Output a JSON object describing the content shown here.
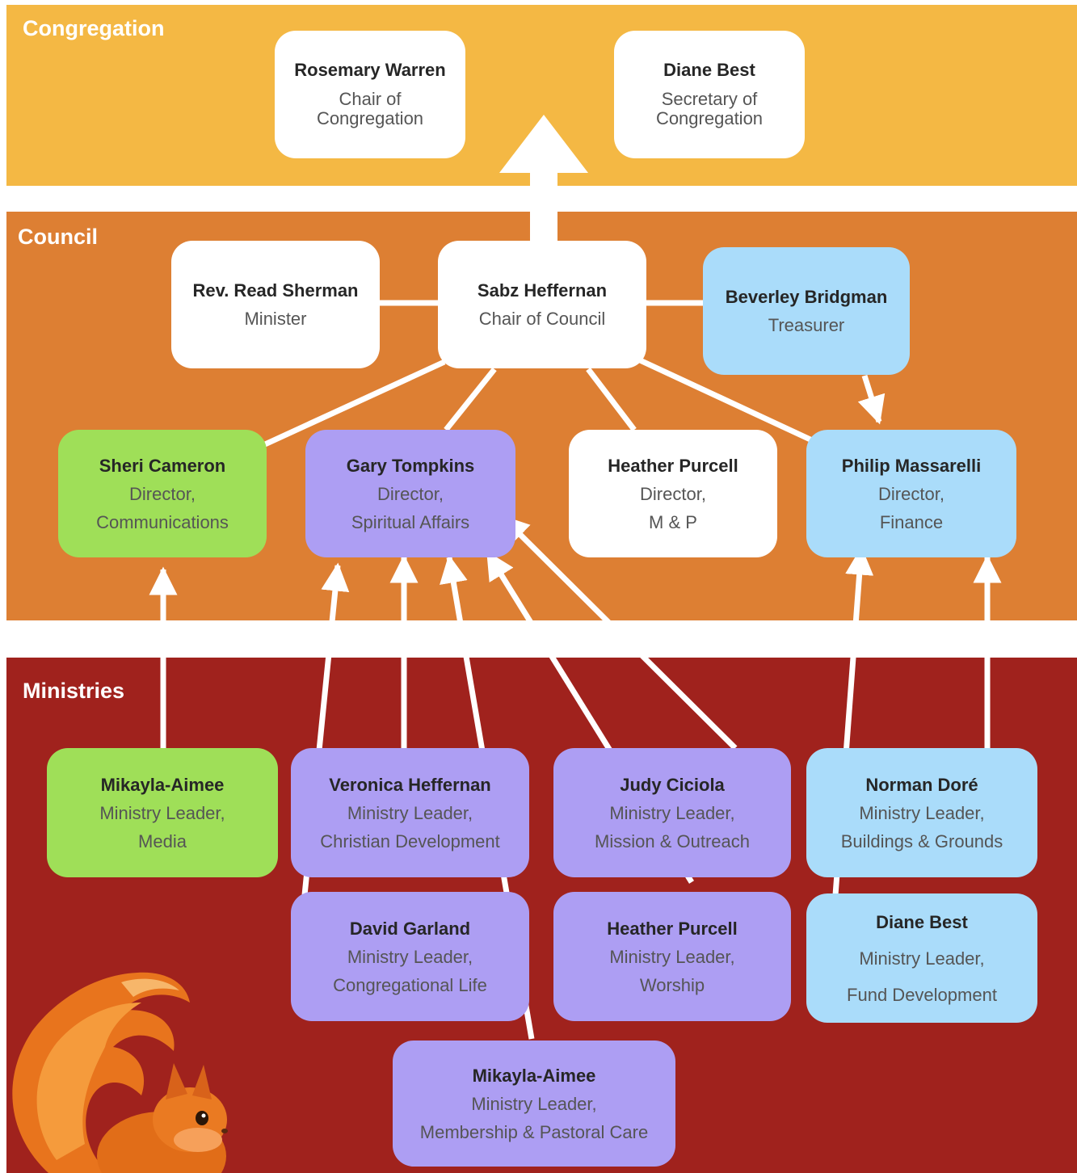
{
  "colors": {
    "congregation_band": "#f4b844",
    "council_band": "#dd7f33",
    "ministries_band": "#a0221d",
    "white_card": "#ffffff",
    "finance_blue": "#aadcfa",
    "communications_green": "#9fdf58",
    "spiritual_purple": "#ad9ef3",
    "connector": "#ffffff"
  },
  "bands": {
    "congregation": "Congregation",
    "council": "Council",
    "ministries": "Ministries"
  },
  "congregation": {
    "rosemary": {
      "name": "Rosemary Warren",
      "line1": "Chair of",
      "line2": "Congregation"
    },
    "diane": {
      "name": "Diane Best",
      "line1": "Secretary of",
      "line2": "Congregation"
    }
  },
  "council": {
    "read": {
      "name": "Rev. Read Sherman",
      "line1": "Minister"
    },
    "sabz": {
      "name": "Sabz Heffernan",
      "line1": "Chair of Council"
    },
    "beverley": {
      "name": "Beverley Bridgman",
      "line1": "Treasurer"
    },
    "sheri": {
      "name": "Sheri Cameron",
      "line1": "Director,",
      "line2": "Communications"
    },
    "gary": {
      "name": "Gary Tompkins",
      "line1": "Director,",
      "line2": "Spiritual Affairs"
    },
    "heather": {
      "name": "Heather Purcell",
      "line1": "Director,",
      "line2": "M & P"
    },
    "philip": {
      "name": "Philip Massarelli",
      "line1": "Director,",
      "line2": "Finance"
    }
  },
  "ministries": {
    "mikayla_media": {
      "name": "Mikayla-Aimee",
      "line1": "Ministry Leader,",
      "line2": "Media"
    },
    "veronica": {
      "name": "Veronica Heffernan",
      "line1": "Ministry Leader,",
      "line2": "Christian Development"
    },
    "judy": {
      "name": "Judy Ciciola",
      "line1": "Ministry Leader,",
      "line2": "Mission & Outreach"
    },
    "norman": {
      "name": "Norman Doré",
      "line1": "Ministry Leader,",
      "line2": "Buildings & Grounds"
    },
    "david": {
      "name": "David Garland",
      "line1": "Ministry Leader,",
      "line2": "Congregational Life"
    },
    "heather_worship": {
      "name": "Heather Purcell",
      "line1": "Ministry Leader,",
      "line2": "Worship"
    },
    "diane_fund": {
      "name": "Diane Best",
      "line1": "Ministry Leader,",
      "line2": "Fund Development"
    },
    "mikayla_membership": {
      "name": "Mikayla-Aimee",
      "line1": "Ministry Leader,",
      "line2": "Membership & Pastoral Care"
    }
  },
  "mascot": {
    "icon": "squirrel-icon"
  }
}
